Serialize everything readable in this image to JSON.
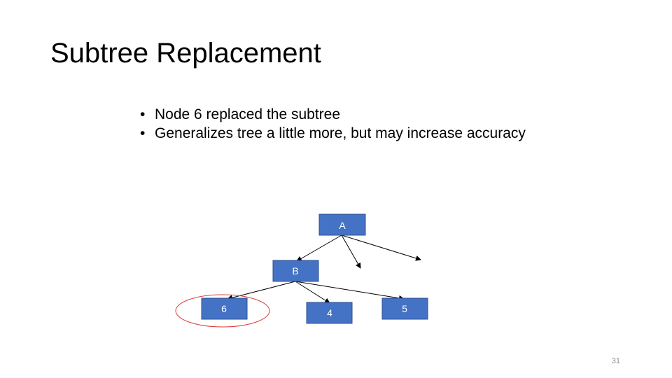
{
  "slide": {
    "title": "Subtree Replacement",
    "number": "31"
  },
  "bullets": [
    "Node 6 replaced the subtree",
    "Generalizes tree a little more, but may increase accuracy"
  ],
  "diagram": {
    "nodes": [
      {
        "id": "A",
        "label": "A"
      },
      {
        "id": "B",
        "label": "B"
      },
      {
        "id": "6",
        "label": "6"
      },
      {
        "id": "4",
        "label": "4"
      },
      {
        "id": "5",
        "label": "5"
      }
    ],
    "edges": [
      {
        "from": "A",
        "to": "B"
      },
      {
        "from": "A",
        "to": null
      },
      {
        "from": "A",
        "to": null
      },
      {
        "from": "B",
        "to": "6"
      },
      {
        "from": "B",
        "to": "4"
      },
      {
        "from": "B",
        "to": "5"
      }
    ],
    "highlighted_node": "6",
    "colors": {
      "node_fill": "#4472c4",
      "node_stroke": "#2f528f",
      "node_text": "#ffffff",
      "edge": "#000000",
      "highlight": "#e0383b"
    }
  }
}
